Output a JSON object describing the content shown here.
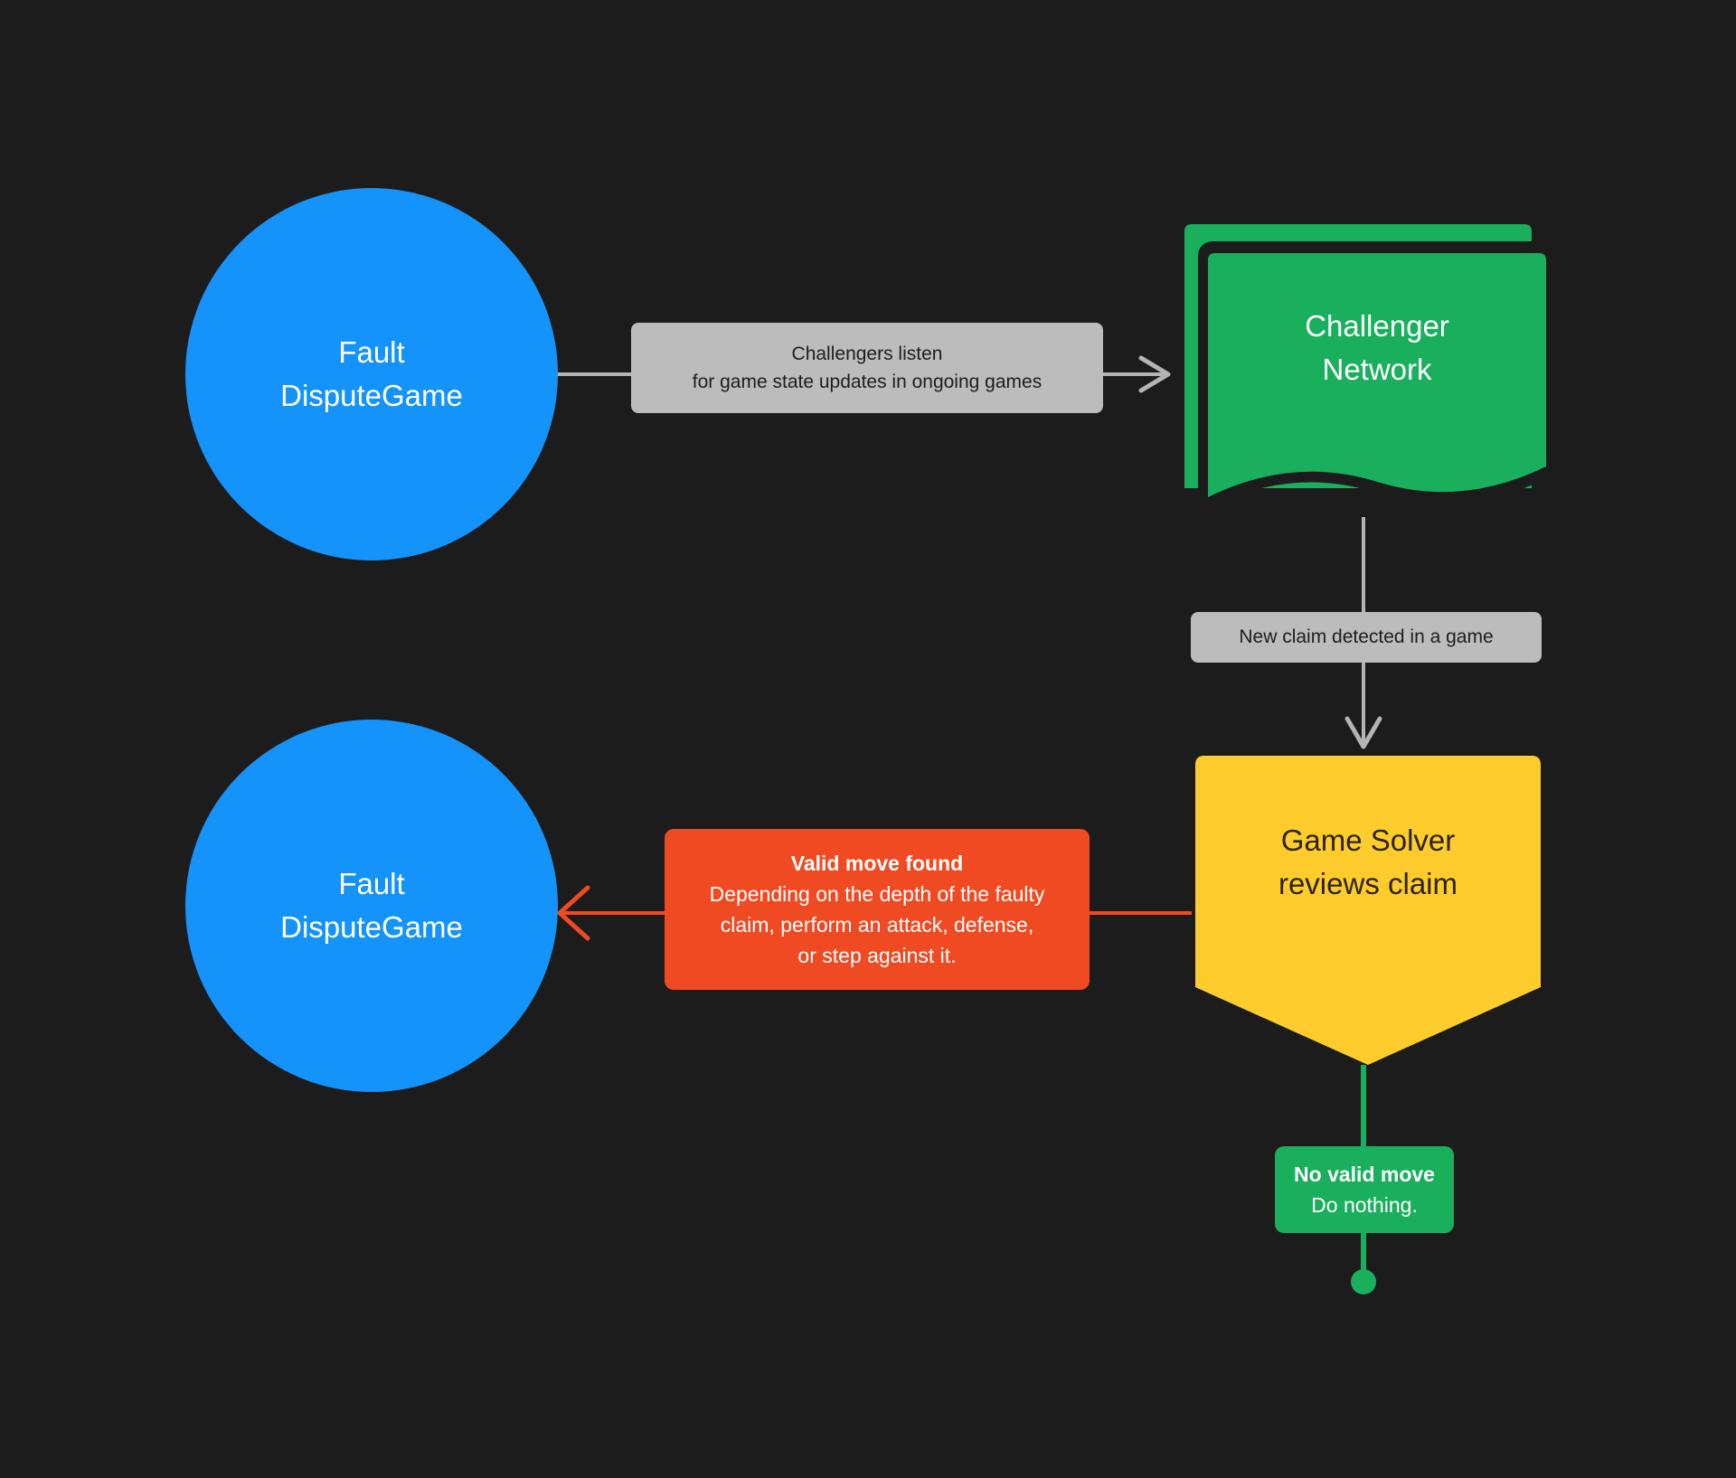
{
  "diagram": {
    "title": "Fault Dispute Game challenger flow",
    "background_color": "#1c1c1c",
    "colors": {
      "blue": "#1493fa",
      "green": "#19af5c",
      "yellow": "#ffcc2e",
      "red": "#ef4a22",
      "grey": "#bcbcbc",
      "grey_edge": "#b4b4b4",
      "dark_text": "#2b2409",
      "white": "#ffffff"
    }
  },
  "nodes": {
    "fault_dispute_game_top": {
      "shape": "circle",
      "line1": "Fault",
      "line2": "DisputeGame"
    },
    "challenger_network": {
      "shape": "multi-document",
      "line1": "Challenger",
      "line2": "Network"
    },
    "game_solver": {
      "shape": "shield",
      "line1": "Game Solver",
      "line2": "reviews claim"
    },
    "fault_dispute_game_bottom": {
      "shape": "circle",
      "line1": "Fault",
      "line2": "DisputeGame"
    },
    "terminator": {
      "shape": "circle-dot"
    }
  },
  "edges": {
    "listen": {
      "line1": "Challengers listen",
      "line2": "for game state updates in ongoing games",
      "from": "fault_dispute_game_top",
      "to": "challenger_network",
      "color": "#b4b4b4"
    },
    "new_claim": {
      "line1": "New claim detected in a game",
      "from": "challenger_network",
      "to": "game_solver",
      "color": "#b4b4b4"
    },
    "valid_move": {
      "title": "Valid move found",
      "line1": "Depending on the depth of the faulty",
      "line2": "claim, perform an attack, defense,",
      "line3": "or step against it.",
      "from": "game_solver",
      "to": "fault_dispute_game_bottom",
      "color": "#ef4a22"
    },
    "no_valid_move": {
      "title": "No valid move",
      "line1": "Do nothing.",
      "from": "game_solver",
      "to": "terminator",
      "color": "#19af5c"
    }
  }
}
